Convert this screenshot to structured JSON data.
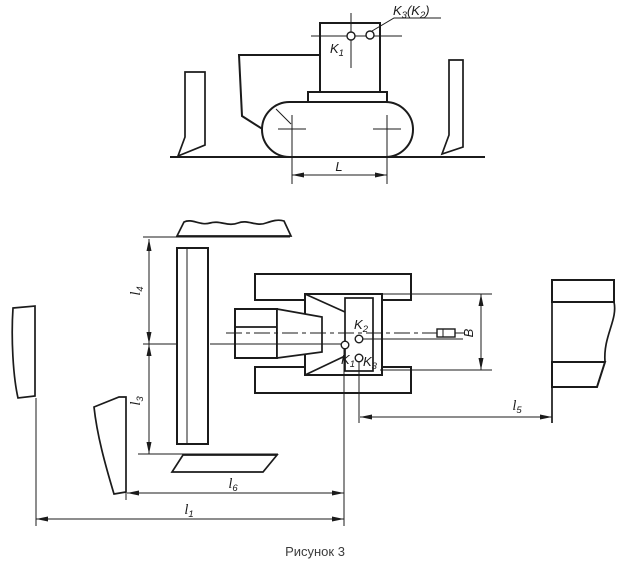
{
  "figure": {
    "caption": "Рисунок 3",
    "colors": {
      "ink": "#1b1b1b",
      "caption_text": "#3c3c3c",
      "background": "#ffffff"
    },
    "side_view": {
      "k1": {
        "base": "K",
        "sub": "1"
      },
      "k3k2": {
        "p1": "K",
        "p2": "3",
        "p3": "(K",
        "p4": "2",
        "p5": ")"
      },
      "L": "L"
    },
    "plan_view": {
      "k1": {
        "base": "K",
        "sub": "1"
      },
      "k2": {
        "base": "K",
        "sub": "2"
      },
      "k3": {
        "base": "K",
        "sub": "3"
      },
      "B": "B",
      "l1": {
        "base": "l",
        "sub": "1"
      },
      "l3": {
        "base": "l",
        "sub": "3"
      },
      "l4": {
        "base": "l",
        "sub": "4"
      },
      "l5": {
        "base": "l",
        "sub": "5"
      },
      "l6": {
        "base": "l",
        "sub": "6"
      }
    }
  }
}
